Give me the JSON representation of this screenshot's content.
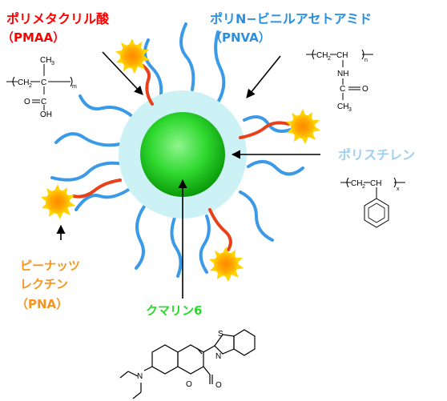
{
  "labels": {
    "pmaa_name": "ポリメタクリル酸",
    "pmaa_abbr": "（PMAA）",
    "pnva_name": "ポリN−ビニルアセトアミド",
    "pnva_abbr": "（PNVA）",
    "ps_name": "ポリスチレン",
    "pna_line1": "ピーナッツ",
    "pna_line2": "レクチン",
    "pna_abbr": "（PNA）",
    "coumarin": "クマリン6"
  },
  "chem": {
    "ch3": "CH",
    "sub3": "3",
    "ch2": "CH",
    "sub2": "2",
    "c": "C",
    "ch": "CH",
    "m": "m",
    "n": "n",
    "x": "x",
    "c_eq_o": "C",
    "o": "O",
    "oh": "OH",
    "nh": "NH",
    "s": "S",
    "n_atom": "N",
    "o_atom": "O"
  },
  "colors": {
    "pmaa": "#ff0000",
    "pnva": "#1f8fe6",
    "ps": "#9fd0ee",
    "pna": "#f7941d",
    "coumarin": "#22dd22",
    "shell": "#c8f0f4",
    "core": "#22cc22",
    "sun": "#ffb000"
  }
}
